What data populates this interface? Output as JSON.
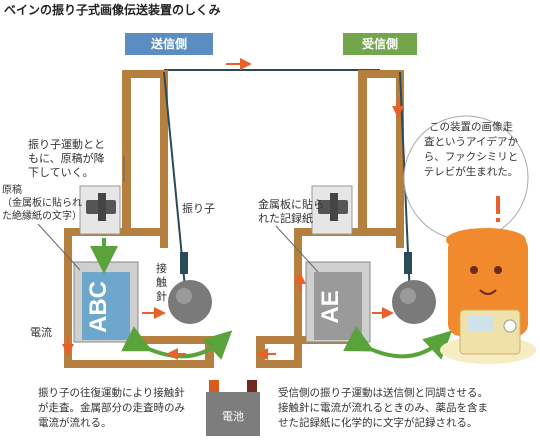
{
  "title": "ベインの振り子式画像伝送装置のしくみ",
  "headers": {
    "sender": "送信側",
    "receiver": "受信側"
  },
  "labels": {
    "pendulum_motion_line1": "振り子運動とと",
    "pendulum_motion_line2": "もに、原稿が降",
    "pendulum_motion_line3": "下していく。",
    "manuscript_line1": "原稿",
    "manuscript_line2": "（金属板に貼られ",
    "manuscript_line3": "た絶縁紙の文字）",
    "pendulum": "振り子",
    "contact_needle_1": "接",
    "contact_needle_2": "触",
    "contact_needle_3": "針",
    "current": "電流",
    "recording_paper_line1": "金属板に貼ら",
    "recording_paper_line2": "れた記録紙",
    "battery": "電池",
    "sender_doc_text": "ABC",
    "receiver_doc_text": "AE"
  },
  "bubble": {
    "line1": "この装置の画像走",
    "line2": "査というアイデアか",
    "line3": "ら、ファクシミリと",
    "line4": "テレビが生まれた。"
  },
  "captions": {
    "left_line1": "振り子の往復運動により接触針",
    "left_line2": "が走査。金属部分の走査時のみ",
    "left_line3": "電流が流れる。",
    "right_line1": "受信側の振り子運動は送信側と同調させる。",
    "right_line2": "接触針に電流が流れるときのみ、薬品を含ま",
    "right_line3": "せた記録紙に化学的に文字が記録される。"
  },
  "colors": {
    "frame": "#b5803f",
    "sender_header": "#5b8dc2",
    "receiver_header": "#73a64a",
    "arrow": "#e8602a",
    "green_arrow": "#5aa33a",
    "character": "#f08a2c",
    "wire": "#2b4a5a"
  }
}
